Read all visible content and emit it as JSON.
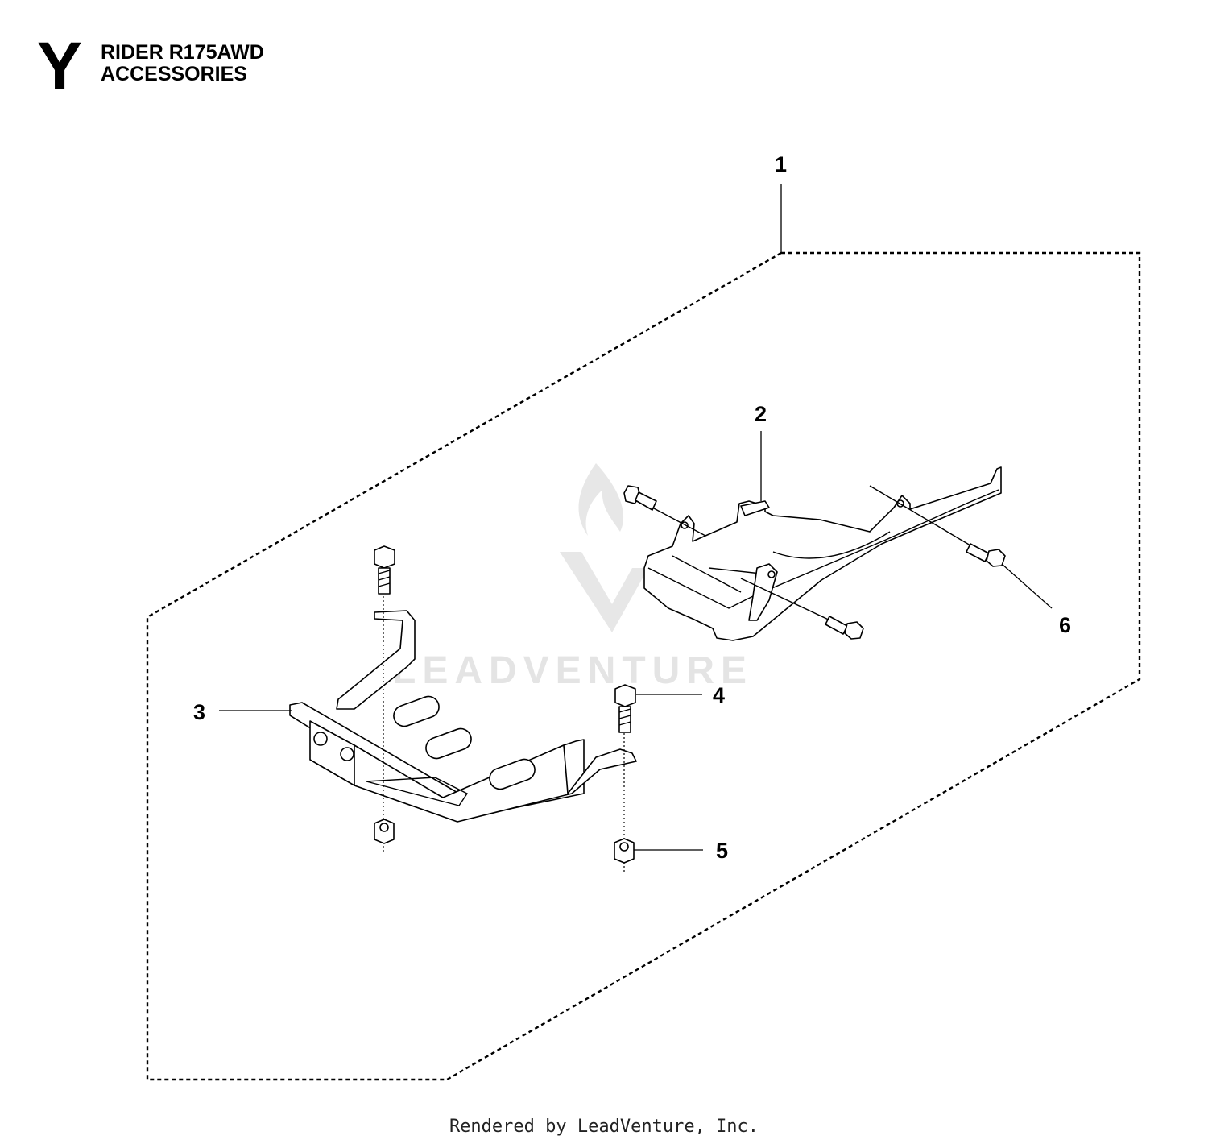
{
  "header": {
    "section_letter": "Y",
    "model": "RIDER R175AWD",
    "group": "ACCESSORIES"
  },
  "callouts": [
    {
      "id": "1",
      "label": "1"
    },
    {
      "id": "2",
      "label": "2"
    },
    {
      "id": "3",
      "label": "3"
    },
    {
      "id": "4",
      "label": "4"
    },
    {
      "id": "5",
      "label": "5"
    },
    {
      "id": "6",
      "label": "6"
    }
  ],
  "watermark": {
    "text": "LEADVENTURE"
  },
  "footer": {
    "text": "Rendered by LeadVenture, Inc."
  }
}
